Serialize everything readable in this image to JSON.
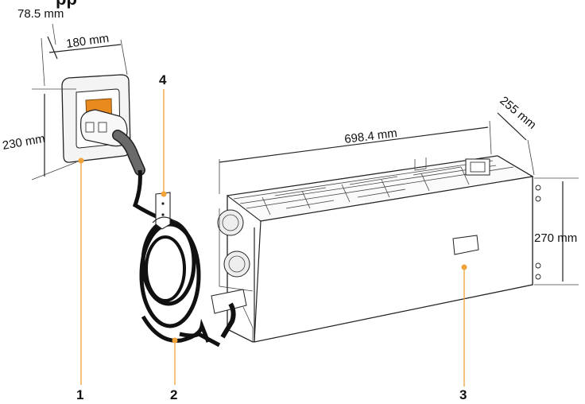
{
  "header": {
    "title_partial": "pp"
  },
  "dimensions": {
    "wallbox_depth": "78.5 mm",
    "wallbox_width": "180 mm",
    "wallbox_height": "230 mm",
    "unit_length": "698.4 mm",
    "unit_depth": "255 mm",
    "unit_height": "270 mm"
  },
  "callouts": [
    "1",
    "2",
    "3",
    "4"
  ],
  "colors": {
    "accent": "#f2a33a",
    "plug_orange": "#e88a1e",
    "line": "#222222",
    "cable": "#111111"
  }
}
